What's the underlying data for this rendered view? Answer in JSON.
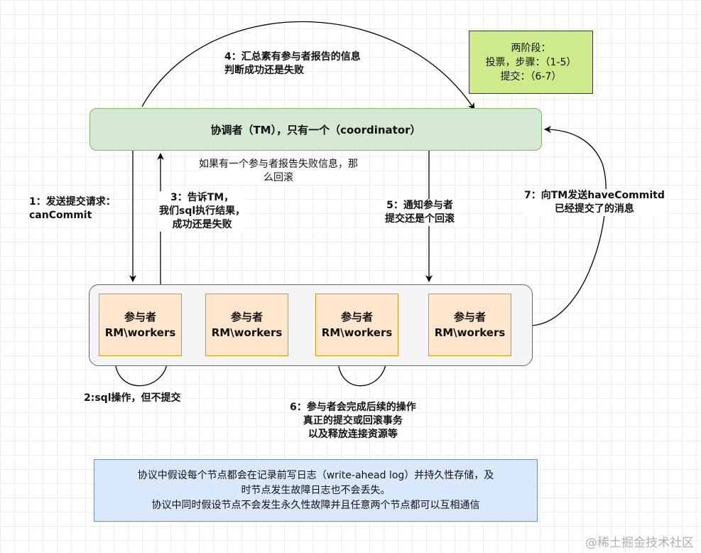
{
  "coordinator": {
    "label": "协调者（TM），只有一个（coordinator）"
  },
  "phase_note": {
    "lines": [
      "两阶段：",
      "投票，步骤：（1-5）",
      "提交：（6-7）"
    ]
  },
  "workers": [
    {
      "line1": "参与者",
      "line2": "RM\\workers"
    },
    {
      "line1": "参与者",
      "line2": "RM\\workers"
    },
    {
      "line1": "参与者",
      "line2": "RM\\workers"
    },
    {
      "line1": "参与者",
      "line2": "RM\\workers"
    }
  ],
  "steps": {
    "step1": [
      "1：发送提交请求：",
      "canCommit"
    ],
    "step2": [
      "2:sql操作，但不提交"
    ],
    "step3": [
      "3：告诉TM，",
      "我们sql执行结果，",
      "成功还是失败"
    ],
    "step4": [
      "4：汇总素有参与者报告的信息",
      "判断成功还是失败"
    ],
    "step5": [
      "5：通知参与者",
      "提交还是个回滚"
    ],
    "step6": [
      "6：参与者会完成后续的操作",
      "真正的提交或回滚事务",
      "以及释放连接资源等"
    ],
    "step7": [
      "7：向TM发送haveCommitd",
      "已经提交了的消息"
    ]
  },
  "failure_note": [
    "如果有一个参与者报告失败信息，那",
    "么回滚"
  ],
  "bottom_note": [
    "协议中假设每个节点都会在记录前写日志（write-ahead log）并持久性存储，及",
    "时节点发生故障日志也不会丢失。",
    "协议中同时假设节点不会发生永久性故障并且任意两个节点都可以互相通信"
  ],
  "watermark": "@稀土掘金技术社区",
  "colors": {
    "coordinator_fill": "#d5e8d4",
    "worker_fill": "#ffe6cc",
    "phase_note_fill": "#cdeb8b",
    "bottom_note_fill": "#dae8fc",
    "group_fill": "#f5f5f5"
  }
}
